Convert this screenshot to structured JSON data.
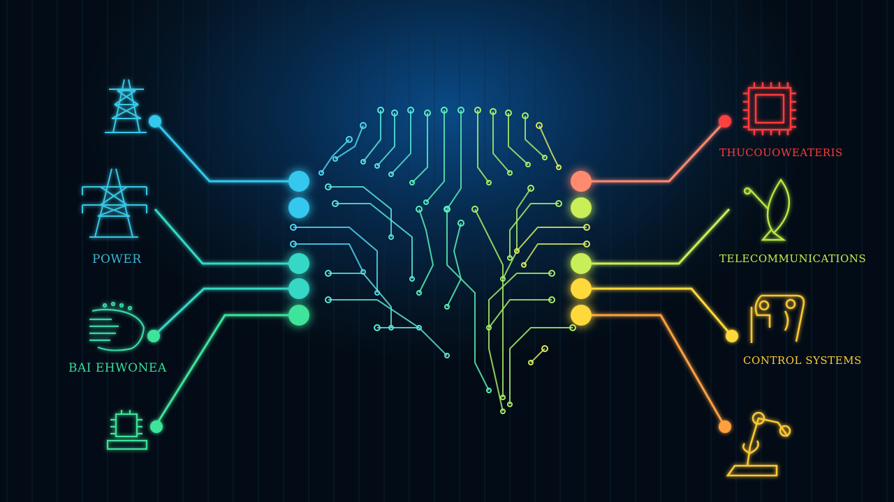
{
  "labels": {
    "power": "POWER",
    "health": "BAI EHWONEA",
    "top_right": "THUCOUOWEATERIS",
    "telecom": "TELECOMMUNICATIONS",
    "control": "CONTROL SYSTEMS"
  },
  "colors": {
    "background": "#04101c",
    "cyan": "#35c8ee",
    "teal": "#36d8c4",
    "green": "#3ee49a",
    "red": "#ff4040",
    "salmon": "#ff8a70",
    "yellow_green": "#c8ee58",
    "yellow": "#ffd83a",
    "orange": "#ffa040"
  },
  "icons": [
    "power-tower-icon",
    "power-pylon-icon",
    "brain-wave-icon",
    "chip-icon",
    "processor-chip-icon",
    "satellite-dish-icon",
    "robot-arm-icon",
    "industrial-robot-icon"
  ]
}
